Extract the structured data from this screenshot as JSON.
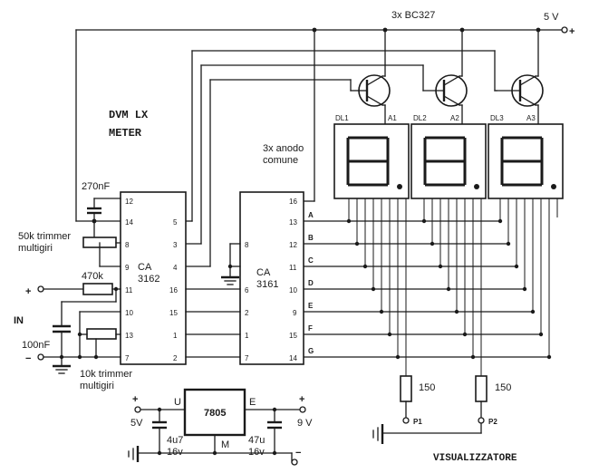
{
  "labels": {
    "title_line1": "DVM LX",
    "title_line2": "METER",
    "transistors": "3x BC327",
    "supply": "5 V",
    "common_anode_line1": "3x anodo",
    "common_anode_line2": "comune",
    "cap_270nF": "270nF",
    "trimmer50k_line1": "50k trimmer",
    "trimmer50k_line2": "multigiri",
    "res_470k": "470k",
    "in_label": "IN",
    "cap_100nF": "100nF",
    "trimmer10k_line1": "10k trimmer",
    "trimmer10k_line2": "multigiri",
    "ic1_line1": "CA",
    "ic1_line2": "3162",
    "ic2_line1": "CA",
    "ic2_line2": "3161",
    "regulator": "7805",
    "reg_in": "U",
    "reg_out": "E",
    "reg_gnd": "M",
    "cap_4u7_line1": "4u7",
    "cap_4u7_line2": "16v",
    "cap_47u_line1": "47u",
    "cap_47u_line2": "16v",
    "reg_5v": "5V",
    "reg_9v": "9 V",
    "res_150_a": "150",
    "res_150_b": "150",
    "p1": "P1",
    "p2": "P2",
    "display_label": "VISUALIZZATORE",
    "plus": "+",
    "minus": "−"
  },
  "displays": [
    {
      "name": "DL1",
      "anode": "A1"
    },
    {
      "name": "DL2",
      "anode": "A2"
    },
    {
      "name": "DL3",
      "anode": "A3"
    }
  ],
  "ic1_pins": {
    "left": [
      "12",
      "14",
      "8",
      "9",
      "11",
      "10",
      "13",
      "7"
    ],
    "right": [
      "5",
      "3",
      "4",
      "16",
      "15",
      "1",
      "2"
    ]
  },
  "ic2_pins": {
    "left": [
      "8",
      "6",
      "2",
      "1",
      "7"
    ],
    "right": [
      "16",
      "13",
      "12",
      "11",
      "10",
      "9",
      "15",
      "14"
    ],
    "segments": [
      "A",
      "B",
      "C",
      "D",
      "E",
      "F",
      "G"
    ]
  }
}
